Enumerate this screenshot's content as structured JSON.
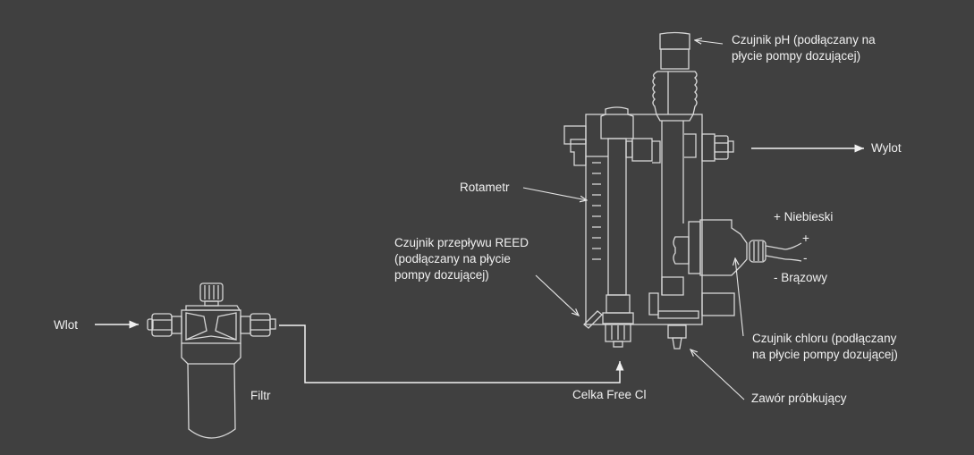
{
  "diagram": {
    "background_color": "#404040",
    "line_color": "#e0e0e0",
    "labels": {
      "inlet": "Wlot",
      "filter": "Filtr",
      "free_cl_cell": "Celka Free Cl",
      "ph_sensor_line1": "Czujnik pH (podłączany na",
      "ph_sensor_line2": "płycie pompy dozującej)",
      "outlet": "Wylot",
      "rotameter": "Rotametr",
      "reed_line1": "Czujnik przepływu REED",
      "reed_line2": "(podłączany na płycie",
      "reed_line3": "pompy dozującej)",
      "blue_wire": "+ Niebieski",
      "plus": "+",
      "minus": "-",
      "brown_wire": "- Brązowy",
      "chlorine_line1": "Czujnik chloru (podłączany",
      "chlorine_line2": "na płycie pompy dozującej)",
      "sample_valve": "Zawór próbkujący"
    }
  }
}
